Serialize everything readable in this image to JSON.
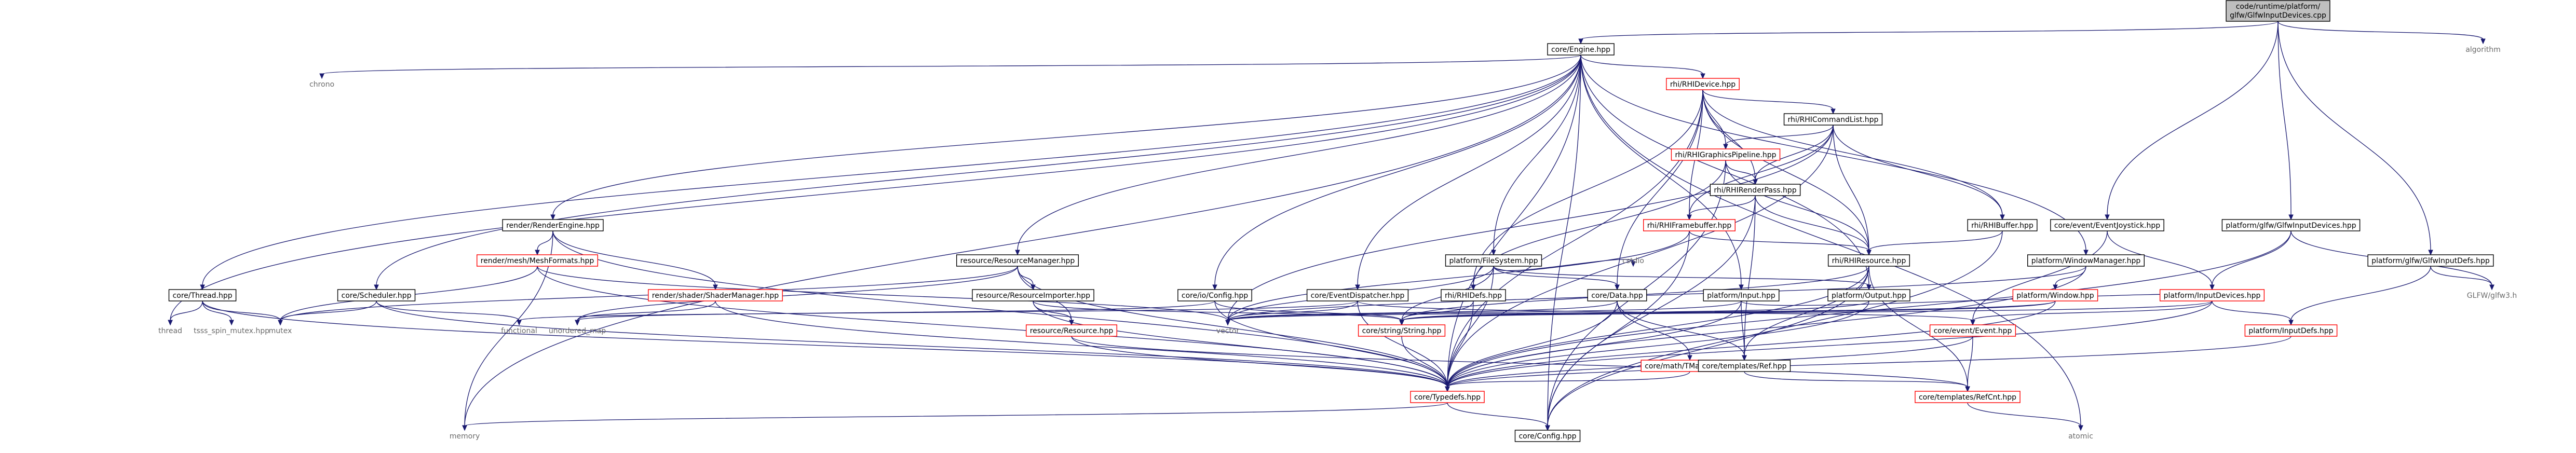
{
  "colors": {
    "edge": "#191970",
    "node_border": "#000000",
    "node_border_incomplete": "#ff0000",
    "root_fill": "#bfbfbf",
    "external_text": "#6b6b6b",
    "background": "#ffffff"
  },
  "nodes": {
    "root": {
      "label": "code/runtime/platform/glfw/GlfwInputDevices.cpp",
      "kind": "root"
    },
    "engine": {
      "label": "core/Engine.hpp",
      "kind": "normal"
    },
    "algorithm": {
      "label": "algorithm",
      "kind": "external"
    },
    "chrono": {
      "label": "chrono",
      "kind": "external"
    },
    "rhidevice": {
      "label": "rhi/RHIDevice.hpp",
      "kind": "incomplete"
    },
    "cmdlist": {
      "label": "rhi/RHICommandList.hpp",
      "kind": "normal"
    },
    "gpipeline": {
      "label": "rhi/RHIGraphicsPipeline.hpp",
      "kind": "incomplete"
    },
    "renderpass": {
      "label": "rhi/RHIRenderPass.hpp",
      "kind": "normal"
    },
    "framebuf": {
      "label": "rhi/RHIFramebuffer.hpp",
      "kind": "incomplete"
    },
    "rhibuffer": {
      "label": "rhi/RHIBuffer.hpp",
      "kind": "normal"
    },
    "rhires": {
      "label": "rhi/RHIResource.hpp",
      "kind": "normal"
    },
    "rhidefs": {
      "label": "rhi/RHIDefs.hpp",
      "kind": "normal"
    },
    "rengine": {
      "label": "render/RenderEngine.hpp",
      "kind": "normal"
    },
    "meshfmt": {
      "label": "render/mesh/MeshFormats.hpp",
      "kind": "incomplete"
    },
    "shadermgr": {
      "label": "render/shader/ShaderManager.hpp",
      "kind": "incomplete"
    },
    "resmgr": {
      "label": "resource/ResourceManager.hpp",
      "kind": "normal"
    },
    "resimp": {
      "label": "resource/ResourceImporter.hpp",
      "kind": "normal"
    },
    "resres": {
      "label": "resource/Resource.hpp",
      "kind": "incomplete"
    },
    "filesystem": {
      "label": "platform/FileSystem.hpp",
      "kind": "normal"
    },
    "output": {
      "label": "platform/Output.hpp",
      "kind": "normal"
    },
    "input": {
      "label": "platform/Input.hpp",
      "kind": "normal"
    },
    "winmgr": {
      "label": "platform/WindowManager.hpp",
      "kind": "normal"
    },
    "window": {
      "label": "platform/Window.hpp",
      "kind": "incomplete"
    },
    "inputdev": {
      "label": "platform/InputDevices.hpp",
      "kind": "incomplete"
    },
    "inputdefs": {
      "label": "platform/InputDefs.hpp",
      "kind": "incomplete"
    },
    "glfwdev": {
      "label": "platform/glfw/GlfwInputDevices.hpp",
      "kind": "normal"
    },
    "glfwdefs": {
      "label": "platform/glfw/GlfwInputDefs.hpp",
      "kind": "normal"
    },
    "glfw": {
      "label": "GLFW/glfw3.h",
      "kind": "external"
    },
    "joystick": {
      "label": "core/event/EventJoystick.hpp",
      "kind": "normal"
    },
    "event": {
      "label": "core/event/Event.hpp",
      "kind": "incomplete"
    },
    "dispatcher": {
      "label": "core/EventDispatcher.hpp",
      "kind": "normal"
    },
    "ioconfig": {
      "label": "core/io/Config.hpp",
      "kind": "normal"
    },
    "thread": {
      "label": "core/Thread.hpp",
      "kind": "normal"
    },
    "scheduler": {
      "label": "core/Scheduler.hpp",
      "kind": "normal"
    },
    "data": {
      "label": "core/Data.hpp",
      "kind": "normal"
    },
    "string": {
      "label": "core/string/String.hpp",
      "kind": "incomplete"
    },
    "tmath": {
      "label": "core/math/TMathMN.hpp",
      "kind": "incomplete"
    },
    "ref": {
      "label": "core/templates/Ref.hpp",
      "kind": "normal"
    },
    "refcnt": {
      "label": "core/templates/RefCnt.hpp",
      "kind": "incomplete"
    },
    "typedefs": {
      "label": "core/Typedefs.hpp",
      "kind": "incomplete"
    },
    "config": {
      "label": "core/Config.hpp",
      "kind": "normal"
    },
    "memory": {
      "label": "memory",
      "kind": "external"
    },
    "atomic": {
      "label": "atomic",
      "kind": "external"
    },
    "thread_ext": {
      "label": "thread",
      "kind": "external"
    },
    "mutex": {
      "label": "mutex",
      "kind": "external"
    },
    "tsmutex": {
      "label": "tsss_spin_mutex.hpp",
      "kind": "external"
    },
    "functional": {
      "label": "functional",
      "kind": "external"
    },
    "umap": {
      "label": "unordered_map",
      "kind": "external"
    },
    "vector": {
      "label": "vector",
      "kind": "external"
    },
    "cmdio": {
      "label": "cstdio",
      "kind": "external"
    }
  }
}
